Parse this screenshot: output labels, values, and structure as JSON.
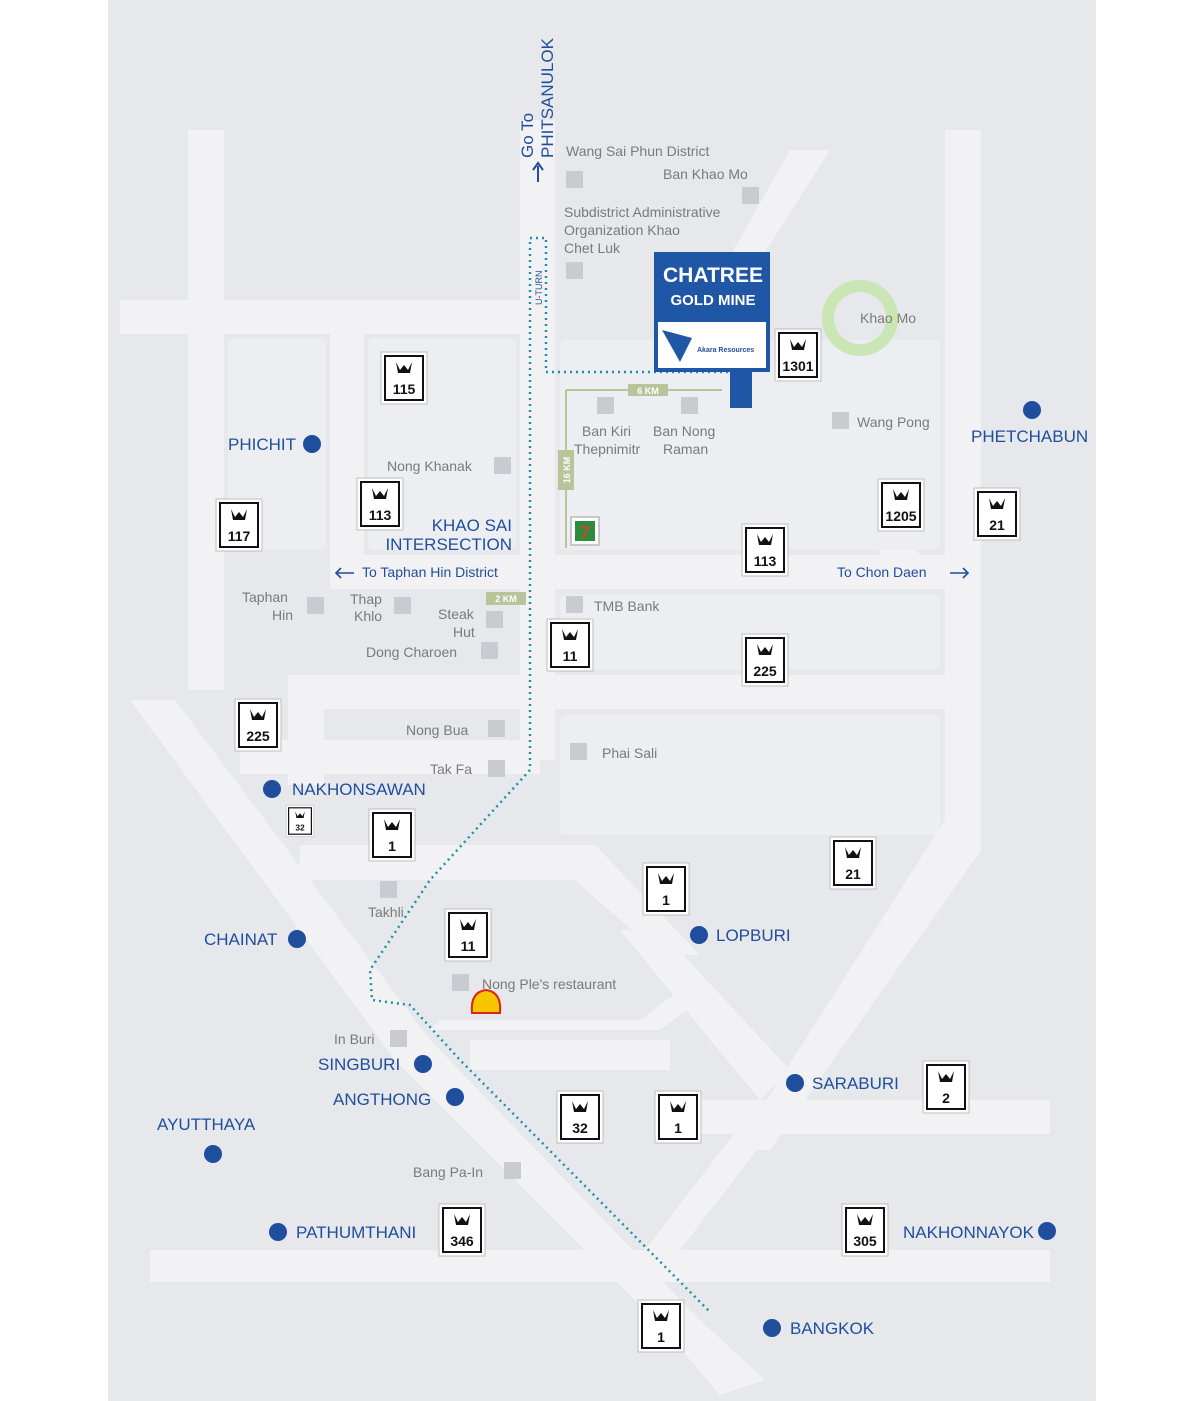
{
  "mine": {
    "title_line1": "CHATREE",
    "title_line2": "GOLD MINE",
    "logo_text": "Akara Resources"
  },
  "top_direction": {
    "line1": "Go To",
    "line2": "PHITSANULOK"
  },
  "u_turn": "U-TURN",
  "distances": {
    "km6": "6 KM",
    "km16": "16 KM",
    "km2": "2 KM"
  },
  "intersection": {
    "line1": "KHAO SAI",
    "line2": "INTERSECTION"
  },
  "directions": {
    "taphan": "To Taphan Hin District",
    "chon_daen": "To Chon Daen"
  },
  "landmark_shell": "Shell",
  "landmark_711": "7-Eleven",
  "cities": [
    "PHICHIT",
    "PHETCHABUN",
    "NAKHONSAWAN",
    "CHAINAT",
    "LOPBURI",
    "SINGBURI",
    "ANGTHONG",
    "SARABURI",
    "AYUTTHAYA",
    "PATHUMTHANI",
    "NAKHONNAYOK",
    "BANGKOK"
  ],
  "places": [
    "Wang Sai Phun District",
    "Ban Khao Mo",
    "Subdistrict Administrative",
    "Organization Khao",
    "Chet Luk",
    "Khao Mo",
    "Wang Pong",
    "Ban Kiri",
    "Thepnimitr",
    "Ban Nong",
    "Raman",
    "Nong Khanak",
    "Taphan",
    "Hin",
    "Thap",
    "Khlo",
    "Steak",
    "Hut",
    "Dong Charoen",
    "TMB Bank",
    "Nong Bua",
    "Tak Fa",
    "Phai Sali",
    "Takhli",
    "Nong Ple's restaurant",
    "In Buri",
    "Bang Pa-In"
  ],
  "highways": [
    "115",
    "1301",
    "117",
    "113",
    "113",
    "1205",
    "21",
    "11",
    "225",
    "225",
    "32",
    "1",
    "21",
    "1",
    "11",
    "2",
    "32",
    "1",
    "346",
    "305",
    "1"
  ],
  "colors": {
    "road": "#f2f2f2",
    "route": "#1e8fa8",
    "city_dot": "#1f4e9c",
    "mine_box": "#1f56a6",
    "khao_mo_ring": "#c9e6b4",
    "km_marker": "#b8c49a"
  }
}
